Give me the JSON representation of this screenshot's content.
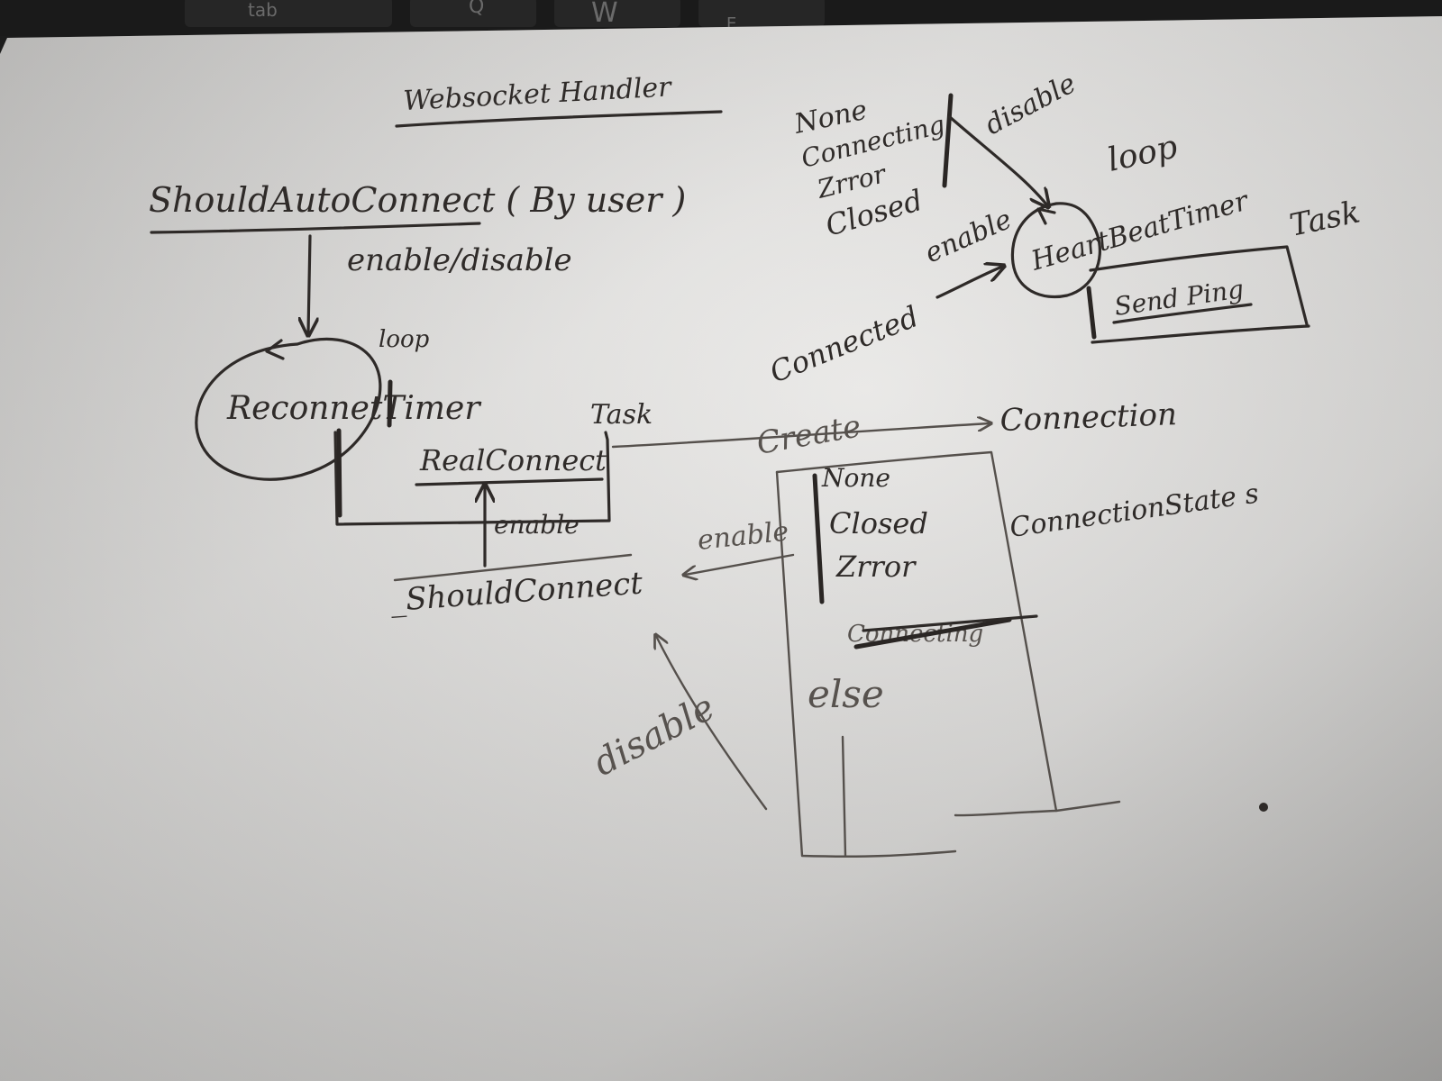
{
  "keyboard": {
    "keys": [
      "tab",
      "Q",
      "W",
      "E"
    ]
  },
  "diagram": {
    "title": "Websocket Handler",
    "should_auto_connect": "ShouldAutoConnect ( By user )",
    "enable_disable": "enable/disable",
    "reconnect_timer": "ReconnetTimer",
    "loop_left": "loop",
    "task_left": "Task",
    "real_connect": "RealConnect",
    "enable_up": "enable",
    "should_connect": "_ShouldConnect",
    "enable_left": "enable",
    "disable_bottom": "disable",
    "create": "Create",
    "connection": "Connection",
    "connection_state": "ConnectionState s",
    "state_list": [
      "None",
      "Closed",
      "Zrror"
    ],
    "connecting_struck": "Connecting",
    "else_label": "else",
    "connected": "Connected",
    "top_state_list": [
      "None",
      "Connecting",
      "Zrror",
      "Closed"
    ],
    "disable_top": "disable",
    "enable_top": "enable",
    "loop_right": "loop",
    "heartbeat_timer": "HeartBeatTimer",
    "task_right": "Task",
    "send_ping": "Send Ping"
  }
}
